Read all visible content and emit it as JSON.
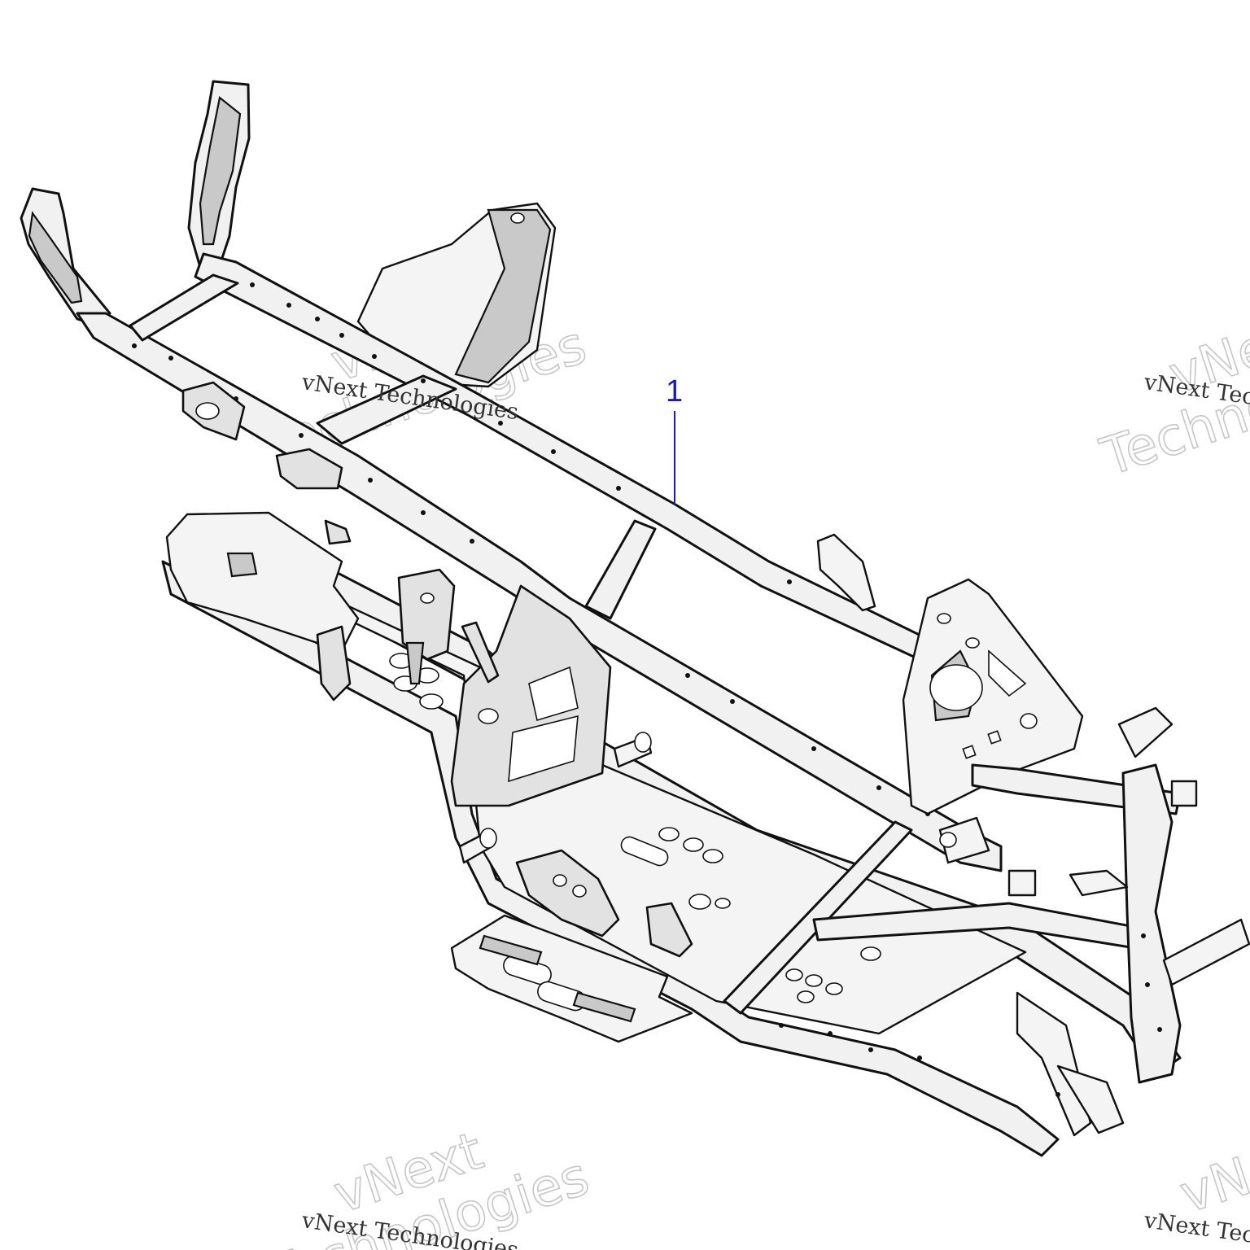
{
  "diagram": {
    "callouts": [
      {
        "label": "1"
      }
    ],
    "watermark": {
      "line": "vNext Technologies",
      "word1": "vNext",
      "word2": "Technologies"
    }
  }
}
